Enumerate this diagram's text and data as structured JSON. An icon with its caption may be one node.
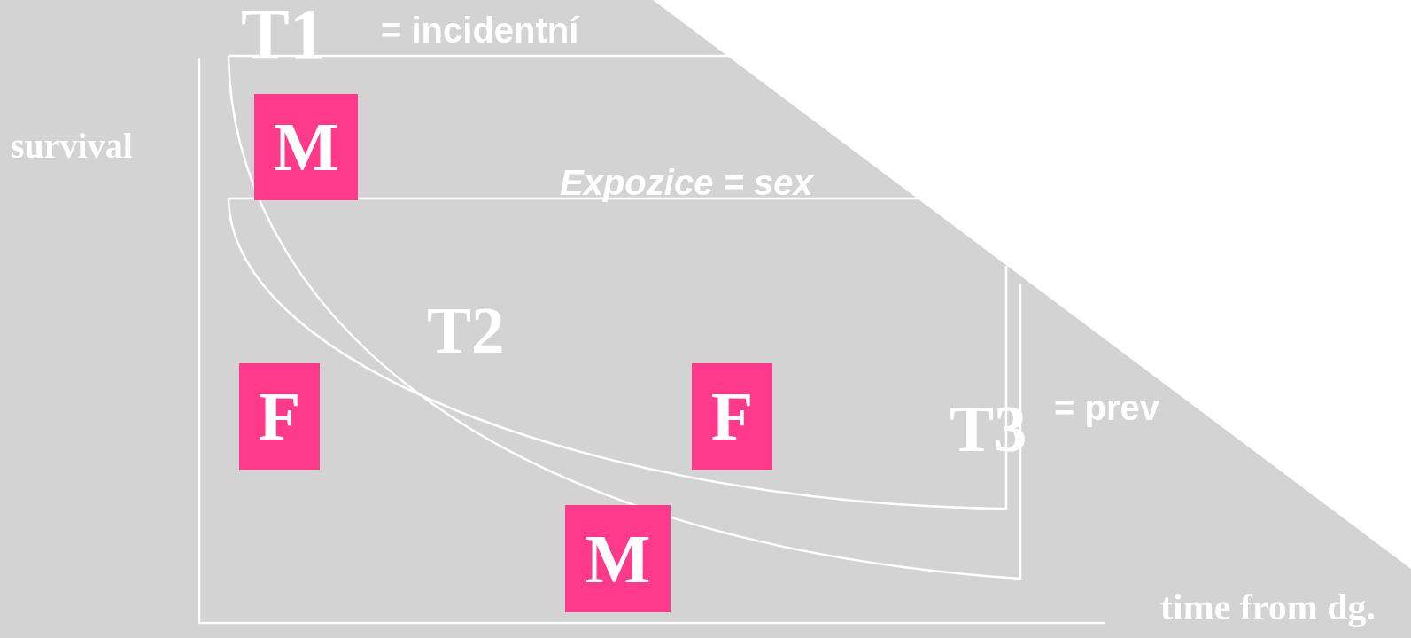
{
  "diagram": {
    "nodes": [
      {
        "text": [
          "M"
        ]
      },
      {
        "text": [
          "F"
        ]
      },
      {
        "text": [
          "F"
        ]
      },
      {
        "text": [
          "M"
        ]
      }
    ],
    "labels": [
      "T1",
      "= incidentní",
      "survival",
      "Expozice = sex",
      "T2",
      "T3",
      "= prev",
      "time from dg."
    ]
  }
}
